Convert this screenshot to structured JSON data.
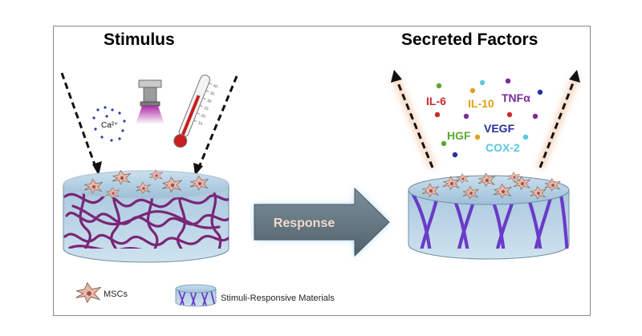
{
  "titles": {
    "stimulus": "Stimulus",
    "secreted": "Secreted Factors"
  },
  "stimuli": {
    "calcium": "Ca²⁺",
    "thermometer_ticks": [
      "40",
      "35",
      "30",
      "25",
      "20",
      "15"
    ]
  },
  "arrow_label": "Response",
  "factors": [
    {
      "name": "IL-6",
      "color": "#cc2a2a"
    },
    {
      "name": "IL-10",
      "color": "#e0a21a"
    },
    {
      "name": "TNFα",
      "color": "#7a2a9a"
    },
    {
      "name": "HGF",
      "color": "#5aa832"
    },
    {
      "name": "VEGF",
      "color": "#26309e"
    },
    {
      "name": "COX-2",
      "color": "#5cc6e6"
    }
  ],
  "legend": {
    "cells": "MSCs",
    "material": "Stimuli-Responsive Materials"
  },
  "colors": {
    "fiber": "#7a2678",
    "fiber_aligned": "#6a3bc8",
    "cell": "#e9b8a4",
    "gel": "#b9d4e6",
    "arrow": "#5f7480"
  }
}
